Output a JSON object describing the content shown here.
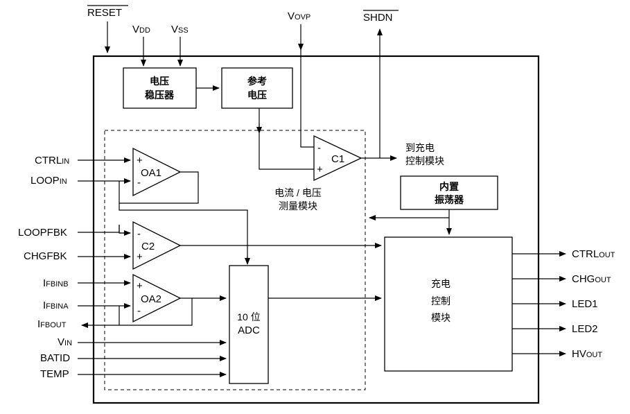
{
  "pins_top": {
    "reset": "RESET",
    "vdd_main": "V",
    "vdd_sub": "DD",
    "vss_main": "V",
    "vss_sub": "SS",
    "vovp_main": "V",
    "vovp_sub": "OVP",
    "shdn": "SHDN"
  },
  "pins_left": {
    "ctrl_in_main": "CTRL",
    "ctrl_in_sub": "IN",
    "loop_in_main": "LOOP",
    "loop_in_sub": "IN",
    "loopfbk": "LOOPFBK",
    "chgfbk": "CHGFBK",
    "ifbinb_main": "I",
    "ifbinb_sub": "FBINB",
    "ifbina_main": "I",
    "ifbina_sub": "FBINA",
    "ifbout_main": "I",
    "ifbout_sub": "FBOUT",
    "vin_main": "V",
    "vin_sub": "IN",
    "batid": "BATID",
    "temp": "TEMP"
  },
  "pins_right": {
    "ctrl_out_main": "CTRL",
    "ctrl_out_sub": "OUT",
    "chg_out_main": "CHG",
    "chg_out_sub": "OUT",
    "led1": "LED1",
    "led2": "LED2",
    "hv_out_main": "HV",
    "hv_out_sub": "OUT"
  },
  "blocks": {
    "regulator_line1": "电压",
    "regulator_line2": "稳压器",
    "reference_line1": "参考",
    "reference_line2": "电压",
    "measure_line1": "电流 / 电压",
    "measure_line2": "测量模块",
    "oscillator_line1": "内置",
    "oscillator_line2": "振荡器",
    "adc_line1": "10 位",
    "adc_line2": "ADC",
    "charge_ctrl_line1": "充电",
    "charge_ctrl_line2": "控制",
    "charge_ctrl_line3": "模块",
    "to_charge_line1": "到充电",
    "to_charge_line2": "控制模块"
  },
  "amplifiers": {
    "oa1": "OA1",
    "oa2": "OA2",
    "c1": "C1",
    "c2": "C2",
    "plus": "+",
    "minus": "-"
  }
}
